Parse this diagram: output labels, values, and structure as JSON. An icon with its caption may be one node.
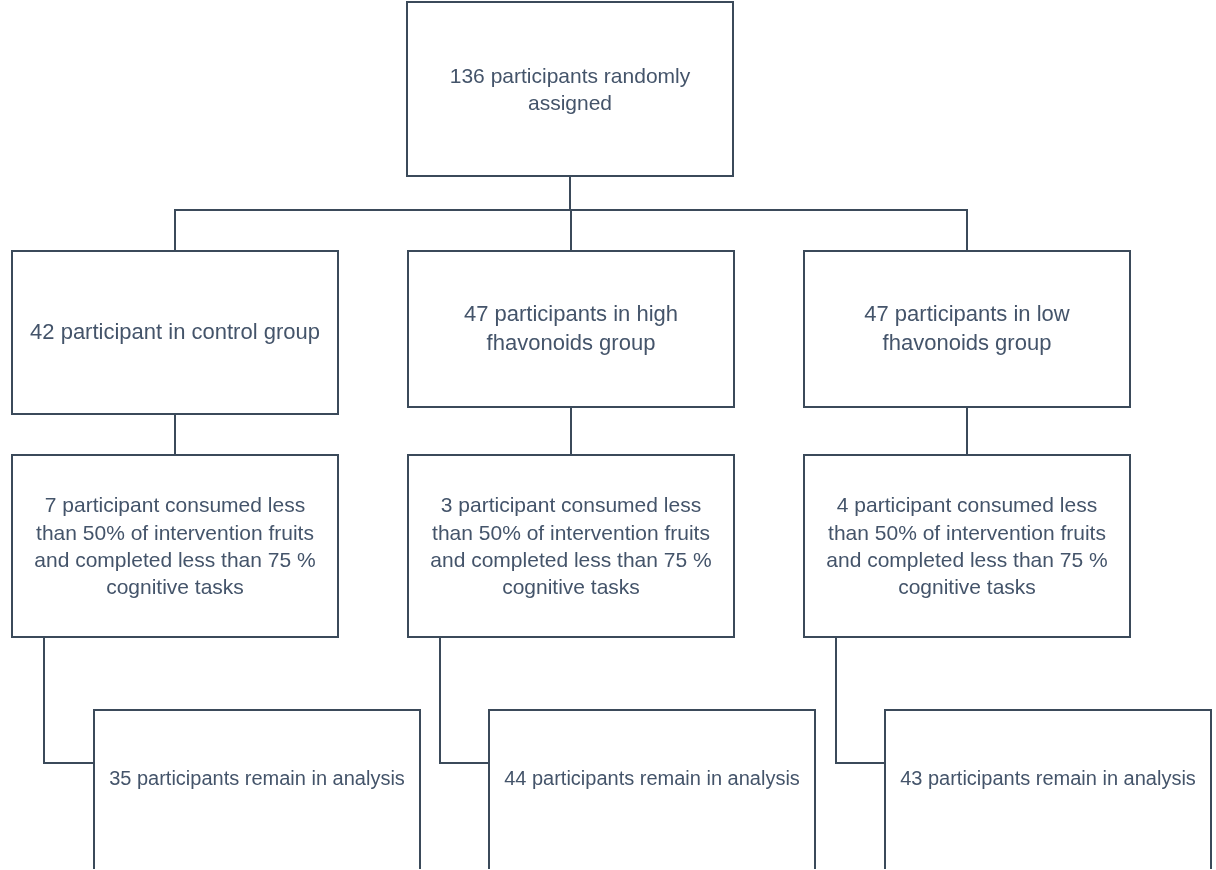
{
  "diagram": {
    "nodes": [
      {
        "text": [
          "136 participants randomly assigned"
        ]
      },
      {
        "text": [
          "42 participant in control group"
        ]
      },
      {
        "text": [
          "47 participants in high fhavonoids group"
        ]
      },
      {
        "text": [
          "47 participants in low fhavonoids group"
        ]
      },
      {
        "text": [
          "7 participant consumed less than 50% of intervention fruits and completed less than 75 % cognitive tasks"
        ]
      },
      {
        "text": [
          "3 participant consumed less than 50% of intervention fruits and completed less than 75 % cognitive tasks"
        ]
      },
      {
        "text": [
          "4 participant consumed less than 50% of intervention fruits and completed less than 75 % cognitive tasks"
        ]
      },
      {
        "text": [
          "35 participants remain in analysis"
        ]
      },
      {
        "text": [
          "44 participants remain in analysis"
        ]
      },
      {
        "text": [
          "43 participants remain in analysis"
        ]
      }
    ],
    "edges": [
      {
        "from": 0,
        "to": 1,
        "arrow": "none"
      },
      {
        "from": 0,
        "to": 2,
        "arrow": "none"
      },
      {
        "from": 0,
        "to": 3,
        "arrow": "none"
      },
      {
        "from": 1,
        "to": 4,
        "arrow": "none"
      },
      {
        "from": 2,
        "to": 5,
        "arrow": "none"
      },
      {
        "from": 3,
        "to": 6,
        "arrow": "none"
      },
      {
        "from": 4,
        "to": 7,
        "arrow": "none"
      },
      {
        "from": 5,
        "to": 8,
        "arrow": "none"
      },
      {
        "from": 6,
        "to": 9,
        "arrow": "none"
      }
    ]
  }
}
